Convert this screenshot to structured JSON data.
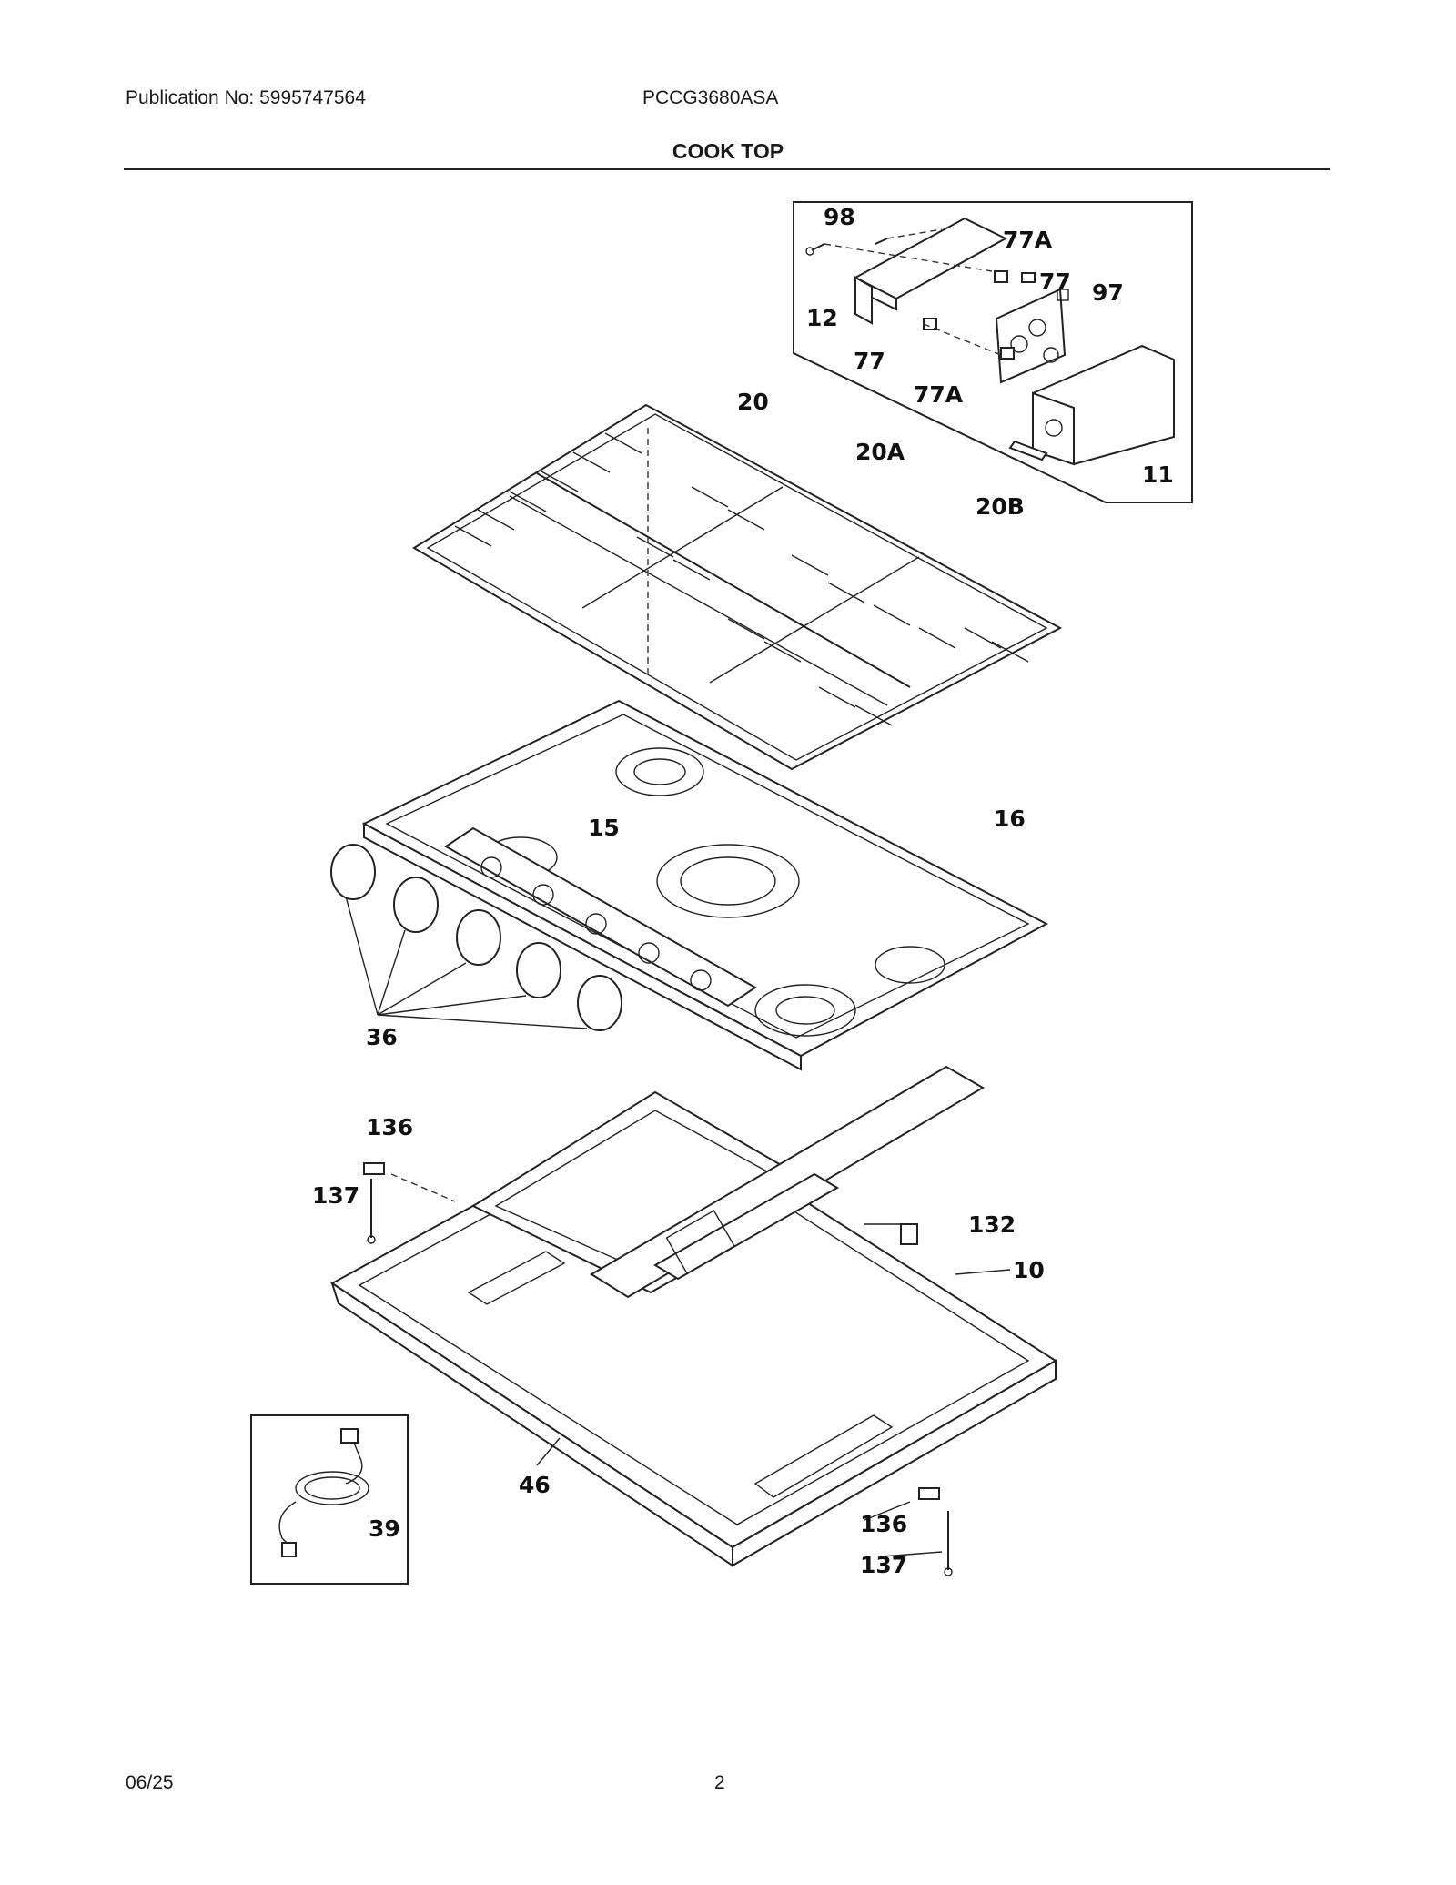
{
  "header": {
    "publication": "Publication No: 5995747564",
    "model": "PCCG3680ASA",
    "section_title": "COOK TOP"
  },
  "footer": {
    "date": "06/25",
    "page": "2"
  },
  "callouts": {
    "c98": "98",
    "c77a_top": "77A",
    "c77_top": "77",
    "c97": "97",
    "c12": "12",
    "c77_bottom": "77",
    "c77a_bottom": "77A",
    "c11": "11",
    "c20": "20",
    "c20a": "20A",
    "c20b": "20B",
    "c15": "15",
    "c16": "16",
    "c36": "36",
    "c136_top": "136",
    "c137_top": "137",
    "c132": "132",
    "c10": "10",
    "c46": "46",
    "c39": "39",
    "c136_bottom": "136",
    "c137_bottom": "137"
  }
}
